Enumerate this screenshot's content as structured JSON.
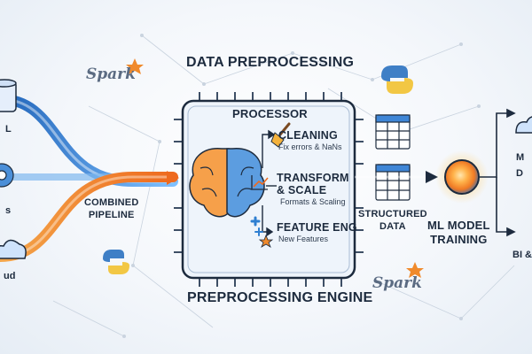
{
  "title": "DATA PREPROCESSING",
  "footer": "PREPROCESSING ENGINE",
  "processor": {
    "label": "PROCESSOR",
    "steps": [
      {
        "title": "CLEANING",
        "subtitle": "Fix errors & NaNs",
        "icon": "broom-icon"
      },
      {
        "title_line1": "TRANSFORM",
        "title_line2": "& SCALE",
        "subtitle": "Formats & Scaling",
        "icon": "scale-chart-icon"
      },
      {
        "title": "FEATURE ENG",
        "subtitle": "New Features",
        "icon": "plus-star-icon"
      }
    ]
  },
  "pipeline": {
    "line1": "COMBINED",
    "line2": "PIPELINE"
  },
  "structured": {
    "line1": "STRUCTURED",
    "line2": "DATA"
  },
  "model": {
    "line1": "ML MODEL",
    "line2": "TRAINING"
  },
  "spark_text": "Spark",
  "edge_labels": {
    "left1": "L",
    "left2": "s",
    "left3": "ud",
    "right1": "M",
    "right2": "D",
    "right3": "BI &"
  },
  "colors": {
    "blue_stream": "#2f7fd1",
    "orange_stream": "#f08a2c",
    "outline": "#1d2b3e",
    "spark_star": "#f08a2c"
  }
}
